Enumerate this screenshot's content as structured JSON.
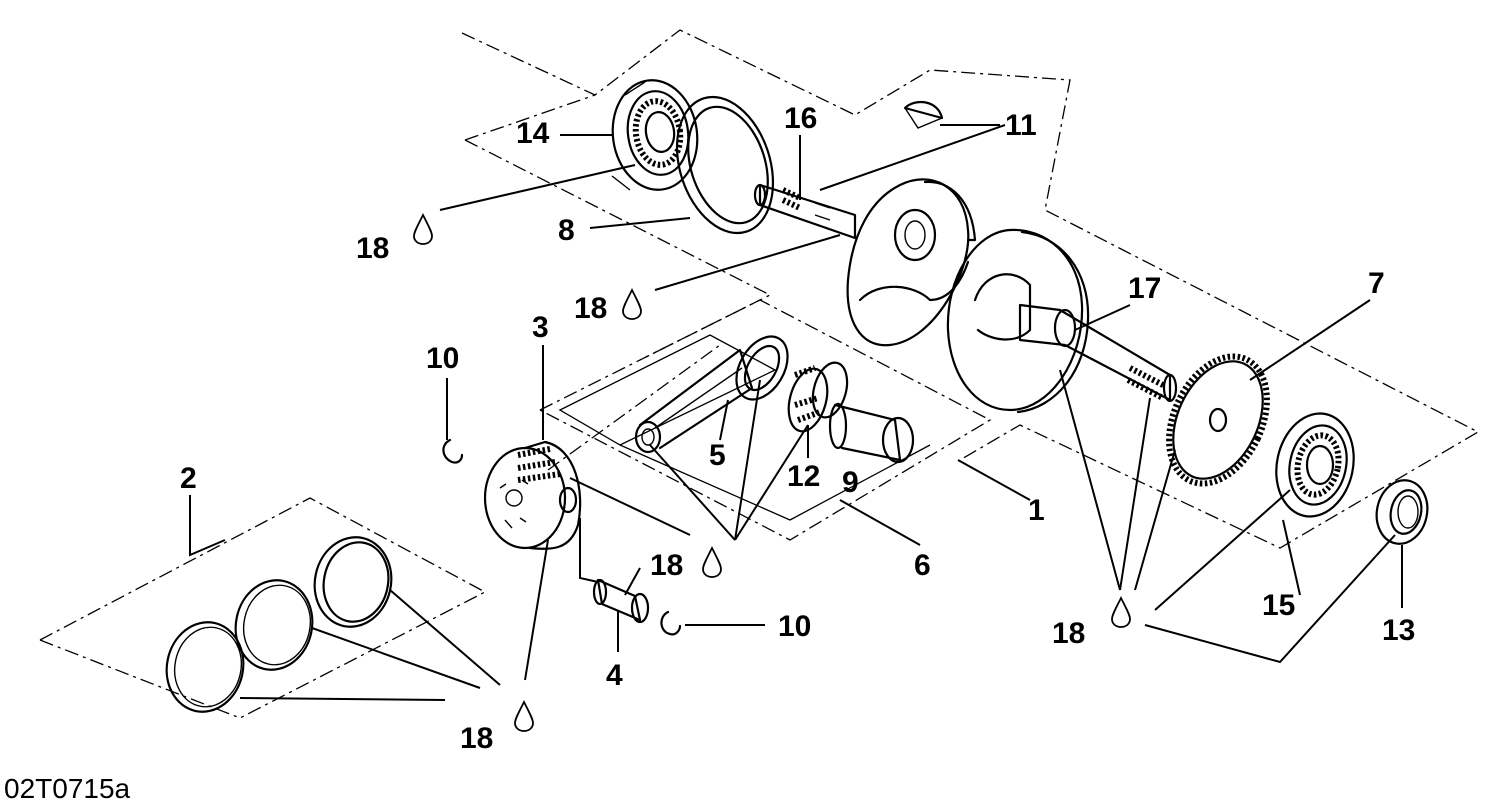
{
  "document_id": "02T0715a",
  "callouts": {
    "c1": "1",
    "c2": "2",
    "c3": "3",
    "c4": "4",
    "c5": "5",
    "c6": "6",
    "c7": "7",
    "c8": "8",
    "c9": "9",
    "c10a": "10",
    "c10b": "10",
    "c11": "11",
    "c12": "12",
    "c13": "13",
    "c14": "14",
    "c15": "15",
    "c16": "16",
    "c17": "17",
    "c18a": "18",
    "c18b": "18",
    "c18c": "18",
    "c18d": "18",
    "c18e": "18"
  },
  "icons": {
    "lubricant": "oil-drop-icon"
  }
}
